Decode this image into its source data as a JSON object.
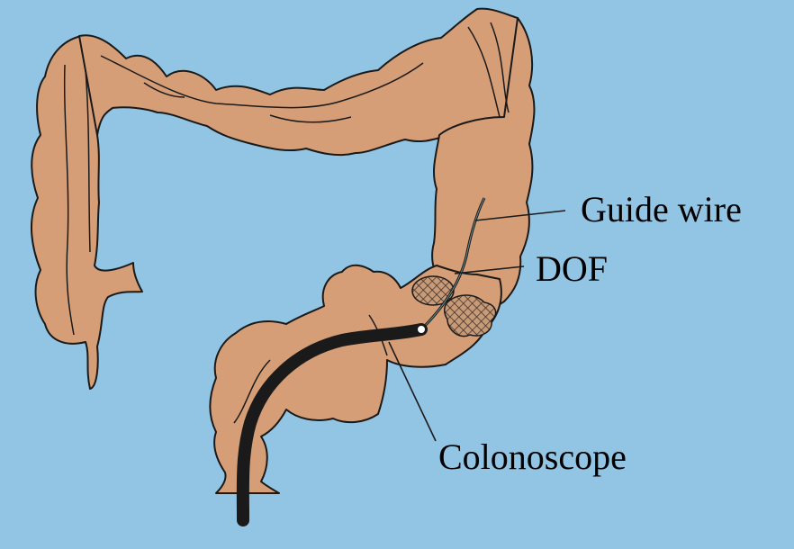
{
  "labels": {
    "guide_wire": "Guide wire",
    "dof": "DOF",
    "colonoscope": "Colonoscope"
  },
  "colors": {
    "background": "#92C5E4",
    "colon_fill": "#D59E76",
    "outline": "#1A1A1A",
    "scope": "#1A1A1A"
  }
}
